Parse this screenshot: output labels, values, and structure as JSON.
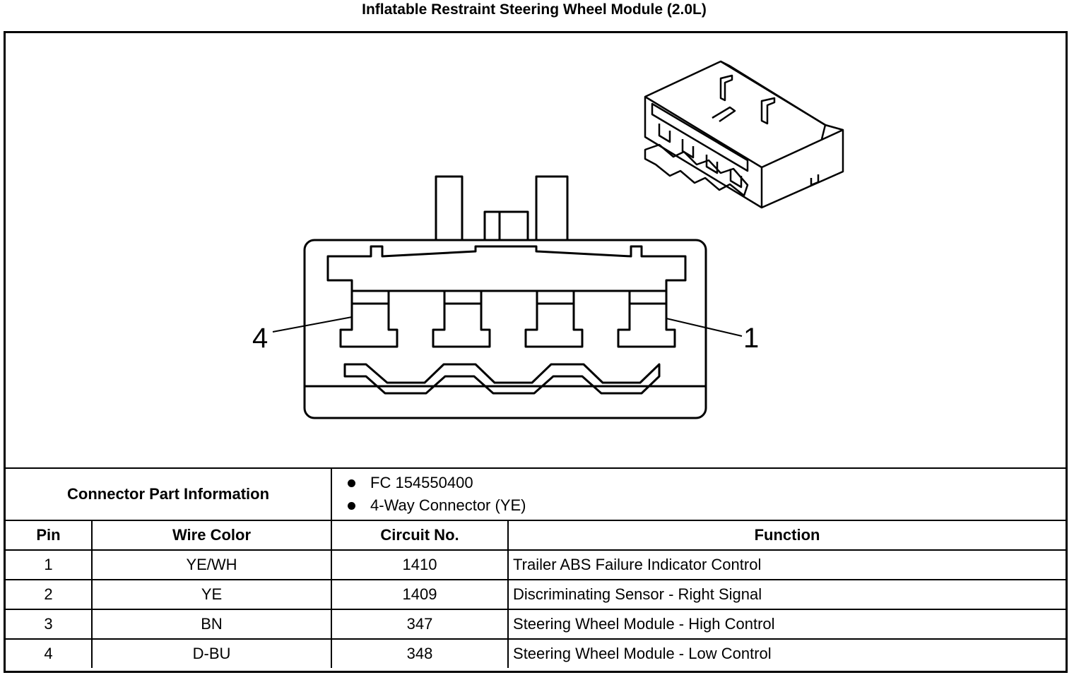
{
  "title": "Inflatable Restraint Steering Wheel Module (2.0L)",
  "diagram": {
    "pin_label_left": "4",
    "pin_label_right": "1"
  },
  "connector_info": {
    "label": "Connector Part Information",
    "items": [
      "FC 154550400",
      "4-Way Connector (YE)"
    ]
  },
  "table": {
    "headers": [
      "Pin",
      "Wire Color",
      "Circuit No.",
      "Function"
    ],
    "rows": [
      [
        "1",
        "YE/WH",
        "1410",
        "Trailer ABS Failure Indicator Control"
      ],
      [
        "2",
        "YE",
        "1409",
        "Discriminating Sensor - Right Signal"
      ],
      [
        "3",
        "BN",
        "347",
        "Steering Wheel Module - High Control"
      ],
      [
        "4",
        "D-BU",
        "348",
        "Steering Wheel Module - Low Control"
      ]
    ]
  }
}
